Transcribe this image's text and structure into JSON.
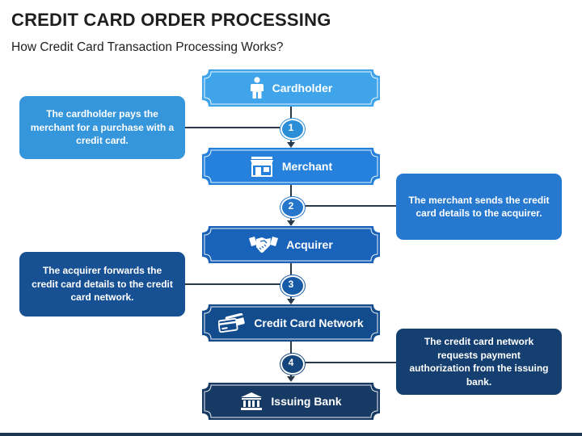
{
  "title": "CREDIT CARD ORDER PROCESSING",
  "subtitle": "How Credit Card Transaction Processing Works?",
  "stages": [
    {
      "label": "Cardholder",
      "icon": "person-icon",
      "color": "#3fa4ea"
    },
    {
      "label": "Merchant",
      "icon": "storefront-icon",
      "color": "#2581dc"
    },
    {
      "label": "Acquirer",
      "icon": "handshake-icon",
      "color": "#1a63ba"
    },
    {
      "label": "Credit Card Network",
      "icon": "credit-cards-icon",
      "color": "#134c8c"
    },
    {
      "label": "Issuing Bank",
      "icon": "bank-icon",
      "color": "#163a63"
    }
  ],
  "steps": [
    {
      "number": "1",
      "color": "#2d8ed8"
    },
    {
      "number": "2",
      "color": "#2676cc"
    },
    {
      "number": "3",
      "color": "#175ba6"
    },
    {
      "number": "4",
      "color": "#14457c"
    }
  ],
  "callouts": [
    {
      "text": "The cardholder pays the merchant for a purchase with a credit card.",
      "side": "left",
      "color": "#3596dc"
    },
    {
      "text": "The merchant sends the credit card details to the acquirer.",
      "side": "right",
      "color": "#2779d0"
    },
    {
      "text": "The acquirer forwards the credit card details to the credit card network.",
      "side": "left",
      "color": "#175193"
    },
    {
      "text": "The credit card network requests payment authorization from the issuing bank.",
      "side": "right",
      "color": "#143f70"
    }
  ]
}
